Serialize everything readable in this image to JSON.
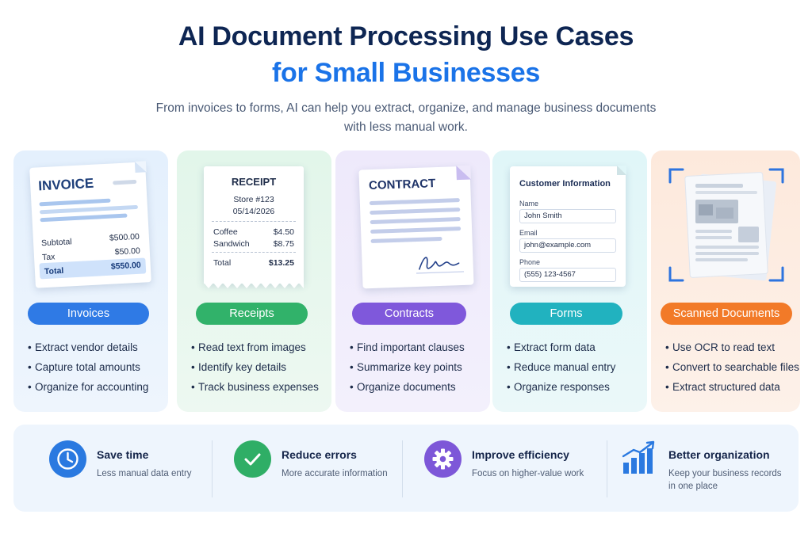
{
  "header": {
    "title_line1": "AI Document Processing Use Cases",
    "title_line2": "for Small Businesses",
    "subtitle_line1": "From invoices to forms, AI can help you extract, organize, and manage business documents",
    "subtitle_line2": "with less manual work."
  },
  "cards": [
    {
      "label": "Invoices",
      "color": "#2f7ae5",
      "bullets": [
        "Extract vendor details",
        "Capture total amounts",
        "Organize for accounting"
      ],
      "doc": {
        "heading": "INVOICE",
        "rows": [
          {
            "label": "Subtotal",
            "value": "$500.00"
          },
          {
            "label": "Tax",
            "value": "$50.00"
          },
          {
            "label": "Total",
            "value": "$550.00"
          }
        ]
      }
    },
    {
      "label": "Receipts",
      "color": "#31b26a",
      "bullets": [
        "Read text from images",
        "Identify key details",
        "Track business expenses"
      ],
      "doc": {
        "heading": "RECEIPT",
        "store": "Store #123",
        "date": "05/14/2026",
        "rows": [
          {
            "label": "Coffee",
            "value": "$4.50"
          },
          {
            "label": "Sandwich",
            "value": "$8.75"
          },
          {
            "label": "Total",
            "value": "$13.25"
          }
        ]
      }
    },
    {
      "label": "Contracts",
      "color": "#7f58db",
      "bullets": [
        "Find important clauses",
        "Summarize key points",
        "Organize documents"
      ],
      "doc": {
        "heading": "CONTRACT"
      }
    },
    {
      "label": "Forms",
      "color": "#21b2bf",
      "bullets": [
        "Extract form data",
        "Reduce manual entry",
        "Organize responses"
      ],
      "doc": {
        "heading": "Customer Information",
        "fields": [
          {
            "label": "Name",
            "value": "John Smith"
          },
          {
            "label": "Email",
            "value": "john@example.com"
          },
          {
            "label": "Phone",
            "value": "(555) 123-4567"
          }
        ]
      }
    },
    {
      "label": "Scanned Documents",
      "color": "#f27a28",
      "bullets": [
        "Use OCR to read text",
        "Convert to searchable files",
        "Extract structured data"
      ]
    }
  ],
  "benefits": [
    {
      "title": "Save time",
      "desc": "Less manual data entry",
      "icon": "clock-icon",
      "color": "#2a79e0"
    },
    {
      "title": "Reduce errors",
      "desc": "More accurate information",
      "icon": "checkmark-icon",
      "color": "#2fae66"
    },
    {
      "title": "Improve efficiency",
      "desc": "Focus on higher-value work",
      "icon": "gear-icon",
      "color": "#7d57d8"
    },
    {
      "title": "Better organization",
      "desc": "Keep your business records in one place",
      "icon": "growth-chart-icon",
      "color": "#2a79e0"
    }
  ]
}
